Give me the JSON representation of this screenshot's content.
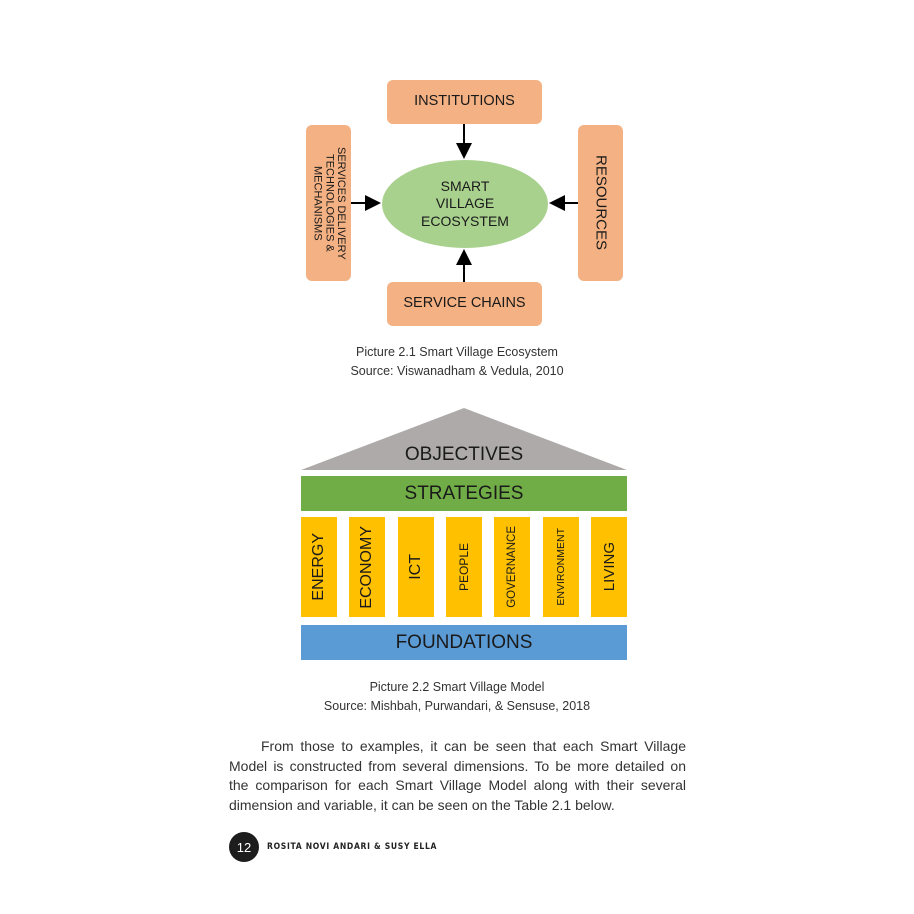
{
  "figure1": {
    "top_box": "INSTITUTIONS",
    "left_box": "SERVICES DELIVERY TECHNOLOGIES & MECHANISMS",
    "left_box_lines": [
      "SERVICES DELIVERY",
      "TECHNOLOGIES &",
      "MECHANISMS"
    ],
    "right_box": "RESOURCES",
    "bottom_box": "SERVICE CHAINS",
    "center_lines": [
      "SMART",
      "VILLAGE",
      "ECOSYSTEM"
    ],
    "caption": "Picture 2.1 Smart Village Ecosystem",
    "source": "Source: Viswanadham & Vedula, 2010",
    "colors": {
      "box": "#f4b183",
      "center": "#a9d18e",
      "arrow": "#000000"
    }
  },
  "figure2": {
    "roof": "OBJECTIVES",
    "beam": "STRATEGIES",
    "pillars": [
      "ENERGY",
      "ECONOMY",
      "ICT",
      "PEOPLE",
      "GOVERNANCE",
      "ENVIRONMENT",
      "LIVING"
    ],
    "base": "FOUNDATIONS",
    "caption": "Picture 2.2 Smart Village Model",
    "source": "Source: Mishbah, Purwandari, & Sensuse, 2018",
    "colors": {
      "roof": "#aeaaaa",
      "beam": "#70ad47",
      "pillar": "#ffc000",
      "base": "#5b9bd5"
    }
  },
  "body": {
    "paragraph": "From those to examples, it can be seen that each Smart Village Model is constructed from several dimensions. To be more detailed on the comparison for each Smart Village Model along with their several dimension and variable, it can be seen on the Table 2.1 below."
  },
  "footer": {
    "page_number": "12",
    "authors": "ROSITA NOVI ANDARI & SUSY ELLA"
  }
}
